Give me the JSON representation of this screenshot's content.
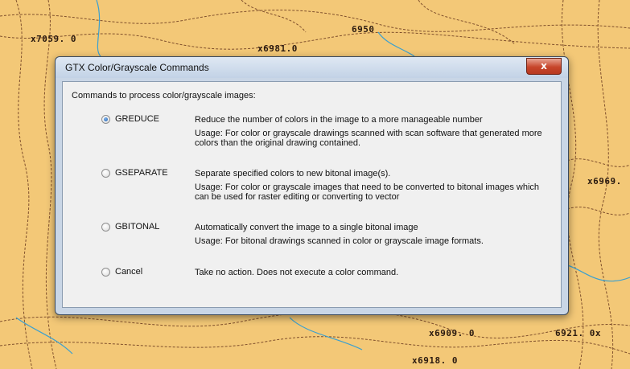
{
  "map": {
    "labels": [
      "x7059. 0",
      "6950",
      "x6981.0",
      "x6969.",
      "x6909. 0",
      "6921. 0x",
      "x6918. 0"
    ]
  },
  "dialog": {
    "title": "GTX Color/Grayscale Commands",
    "close_glyph": "x",
    "intro": "Commands to process color/grayscale images:",
    "options": [
      {
        "label": "GREDUCE",
        "checked": true,
        "description": "Reduce the number of colors in the image to a more manageable number",
        "usage": "Usage:  For color or grayscale drawings scanned with scan software that generated more colors than the original drawing contained."
      },
      {
        "label": "GSEPARATE",
        "checked": false,
        "description": "Separate specified colors to new bitonal image(s).",
        "usage": "Usage:   For color or grayscale images that need to be converted to bitonal images  which can be used for raster editing or converting to vector"
      },
      {
        "label": "GBITONAL",
        "checked": false,
        "description": "Automatically convert the image to a single bitonal image",
        "usage": "Usage:  For bitonal drawings scanned in color or grayscale image formats."
      },
      {
        "label": "Cancel",
        "checked": false,
        "description": "Take no action.  Does not execute a color command.",
        "usage": ""
      }
    ]
  }
}
